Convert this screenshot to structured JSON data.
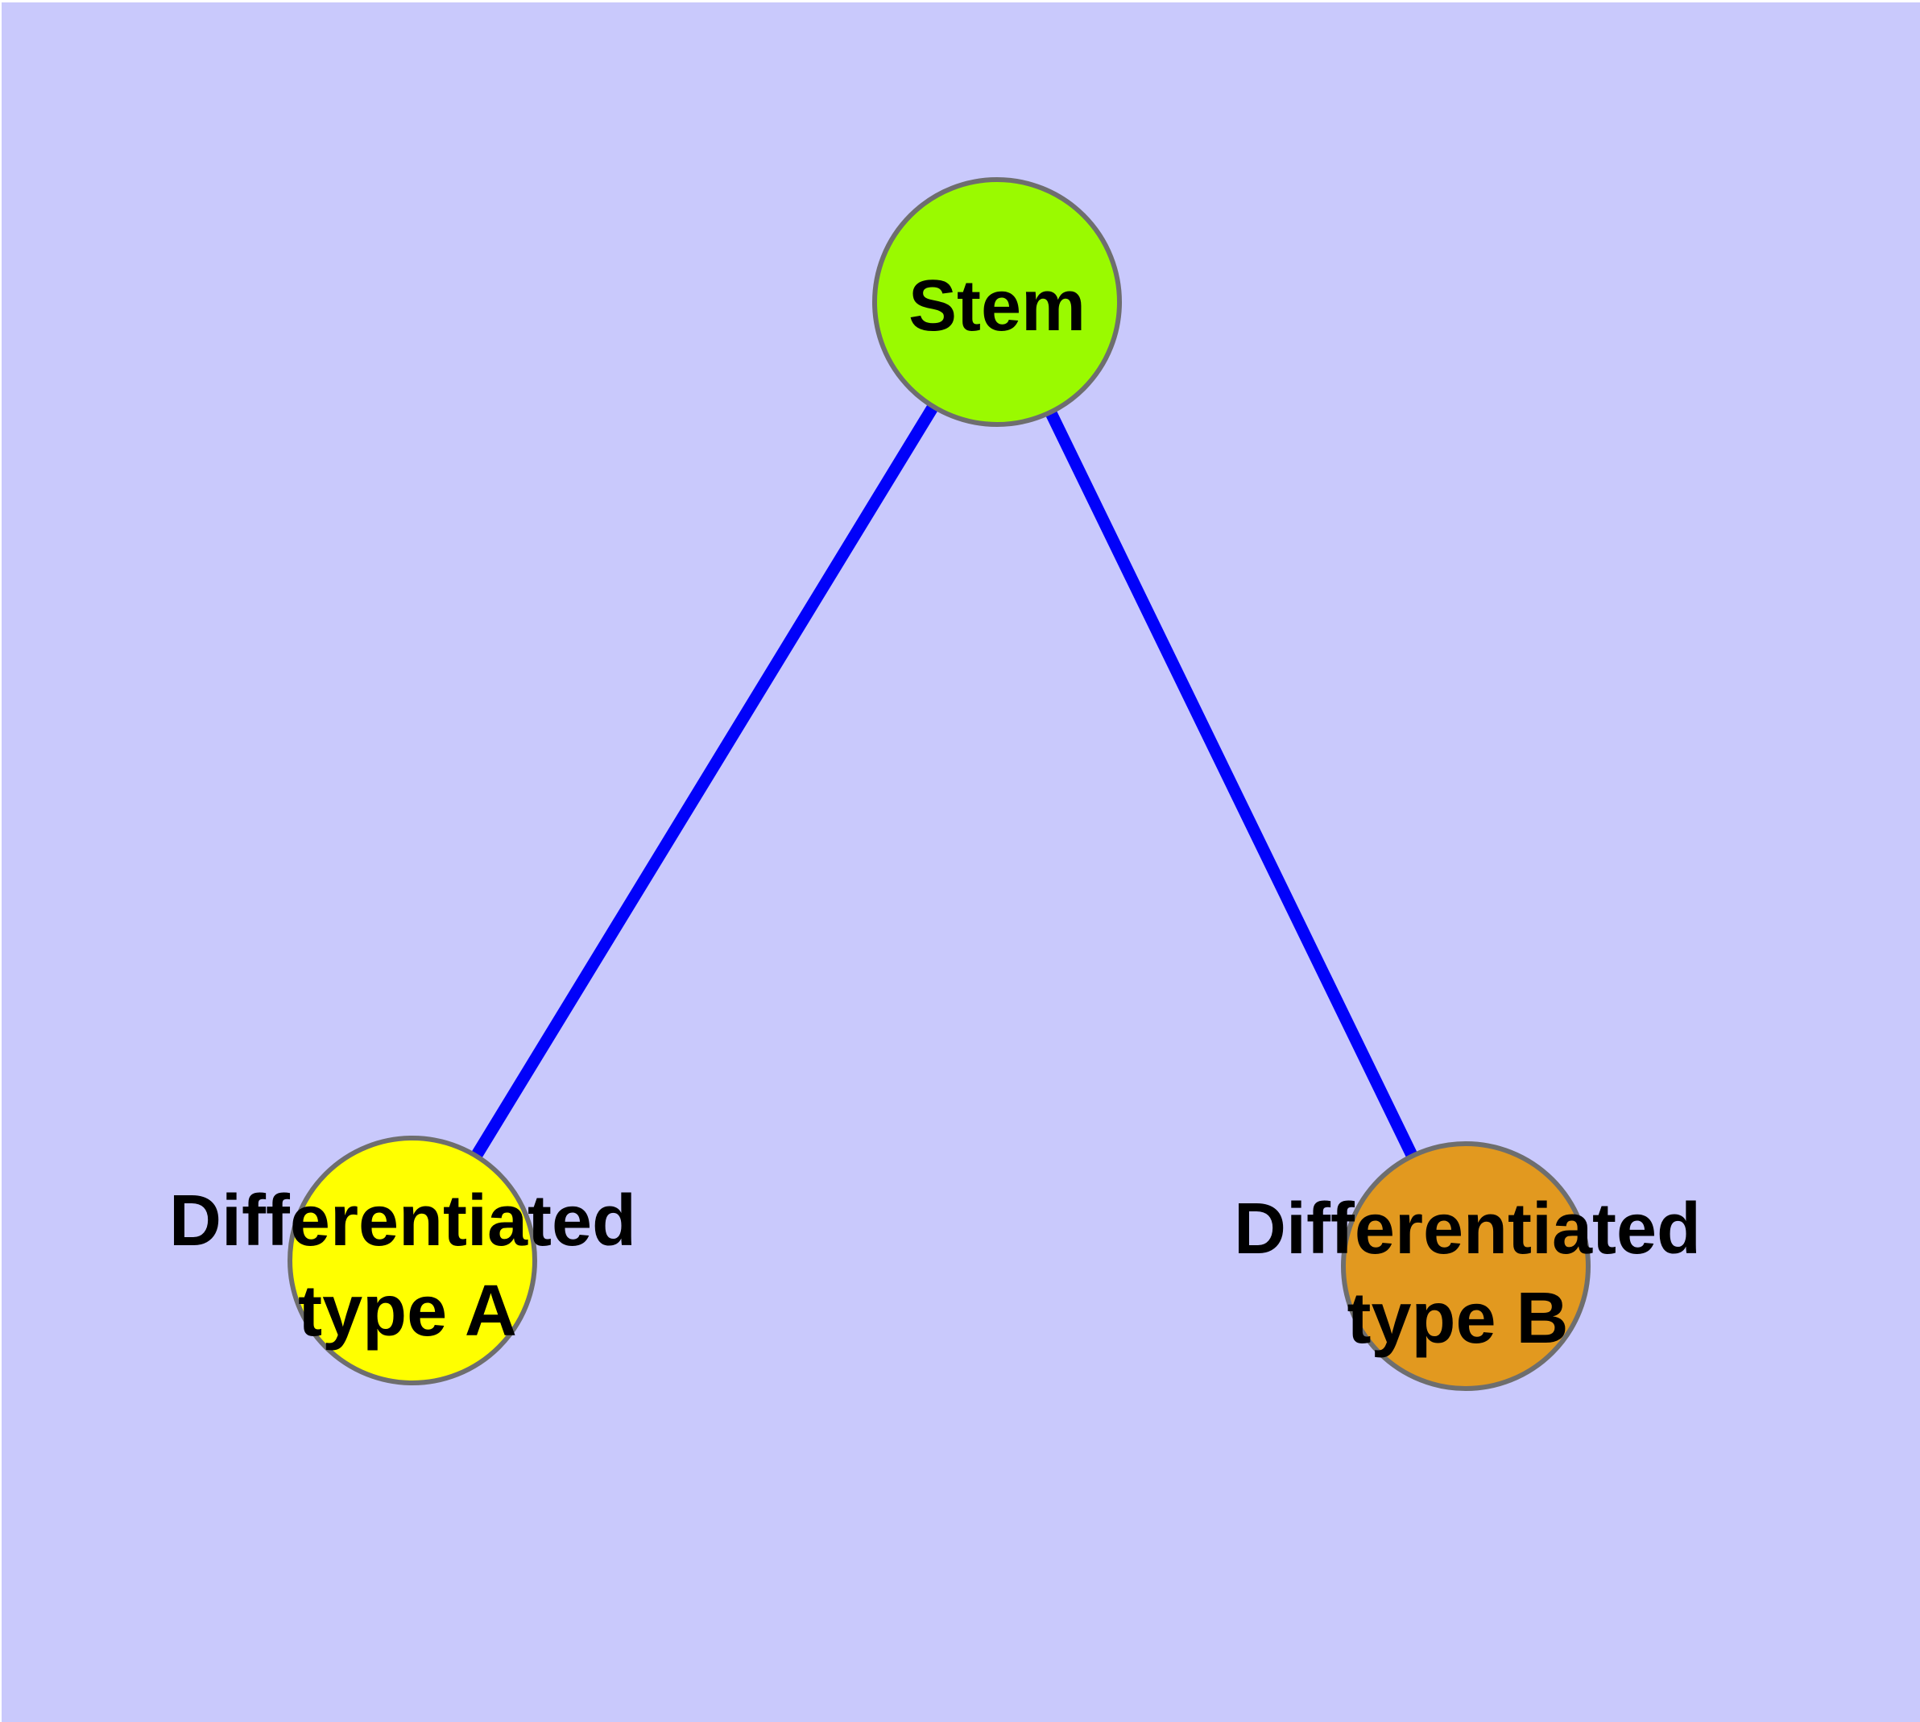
{
  "diagram": {
    "background_color": "#c9c9fc",
    "margin_color": "#ffffff",
    "edge_color": "#0101fa",
    "node_border_color": "#6e6e6e",
    "label_color": "#000000",
    "nodes": [
      {
        "id": "stem",
        "label": "Stem",
        "fill": "#9afa00"
      },
      {
        "id": "differentiated-type-a",
        "label_line1": "Differentiated",
        "label_line2": "type A",
        "fill": "#ffff00"
      },
      {
        "id": "differentiated-type-b",
        "label_line1": "Differentiated",
        "label_line2": "type B",
        "fill": "#e2991f"
      }
    ],
    "edges": [
      {
        "from": "stem",
        "to": "differentiated-type-a"
      },
      {
        "from": "stem",
        "to": "differentiated-type-b"
      }
    ]
  }
}
